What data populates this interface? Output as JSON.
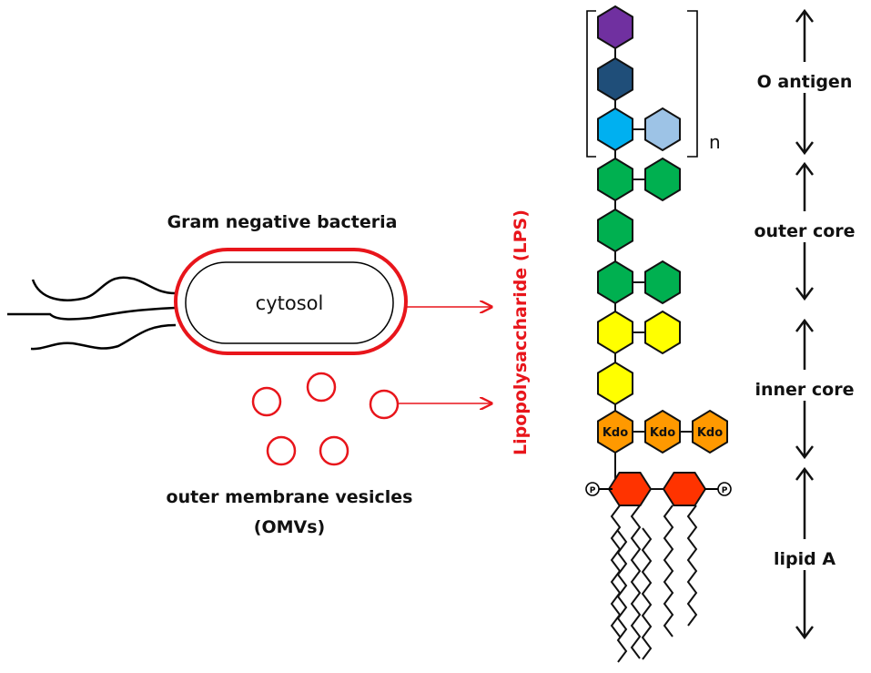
{
  "title": "Gram negative bacteria",
  "cell": {
    "interior_label": "cytosol"
  },
  "vesicles": {
    "label_line1": "outer membrane vesicles",
    "label_line2": "(OMVs)"
  },
  "lps_label": "Lipopolysaccharide (LPS)",
  "repeat_label": "n",
  "kdo_label": "Kdo",
  "phosphate_label": "P",
  "regions": [
    {
      "name": "O antigen"
    },
    {
      "name": "outer core"
    },
    {
      "name": "inner core"
    },
    {
      "name": "lipid A"
    }
  ],
  "colors": {
    "membrane_red": "#e8151b",
    "o_antigen_purple": "#7030a0",
    "o_antigen_navy": "#1f4e79",
    "o_antigen_blue": "#00b0f0",
    "o_antigen_lightblue": "#9dc3e6",
    "outer_core_green": "#00b050",
    "inner_core_yellow": "#ffff00",
    "kdo_orange": "#ff9900",
    "lipid_a_red": "#ff3300"
  }
}
